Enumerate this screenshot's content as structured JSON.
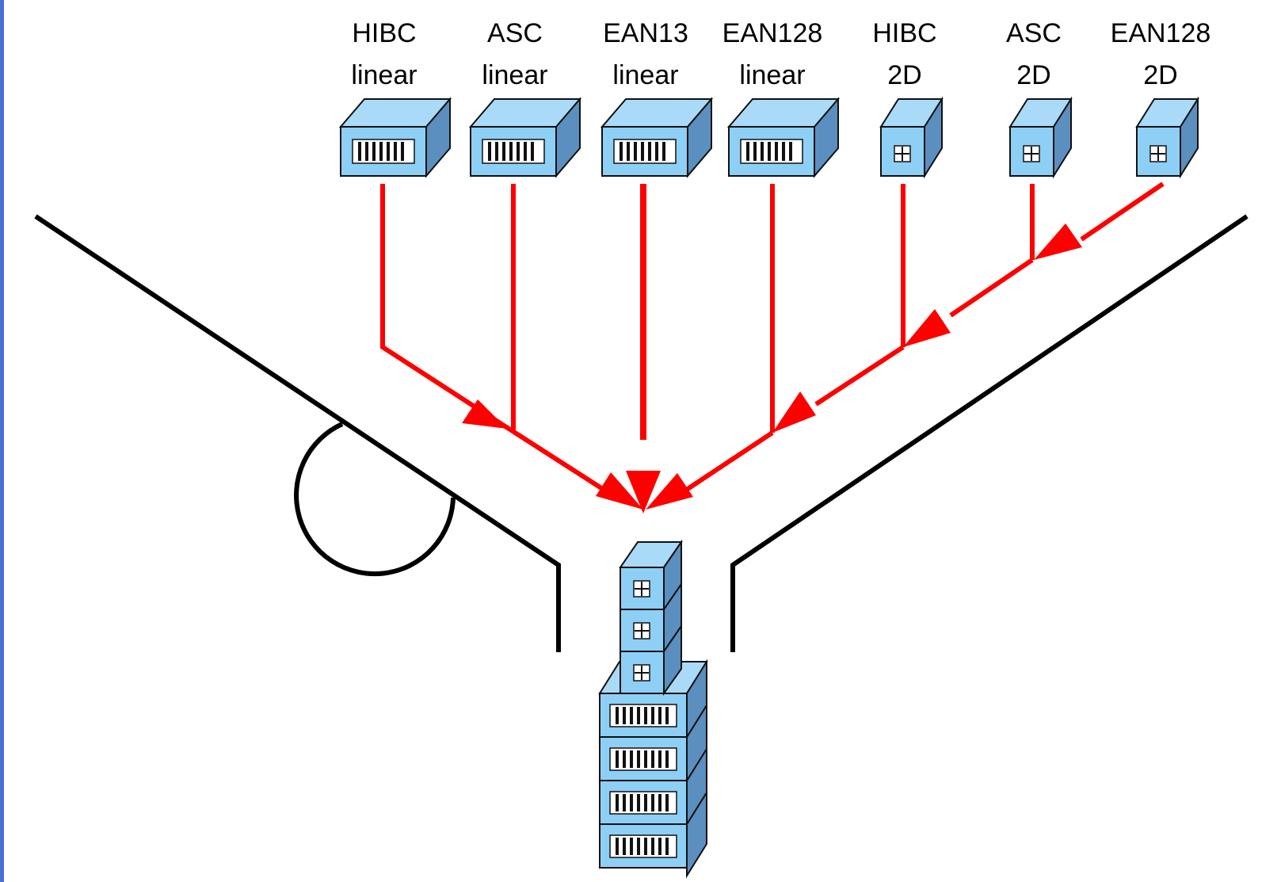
{
  "scanners": [
    {
      "id": "hibc-linear",
      "line1": "HIBC",
      "line2": "linear",
      "kind": "linear"
    },
    {
      "id": "asc-linear",
      "line1": "ASC",
      "line2": "linear",
      "kind": "linear"
    },
    {
      "id": "ean13-linear",
      "line1": "EAN13",
      "line2": "linear",
      "kind": "linear"
    },
    {
      "id": "ean128-linear",
      "line1": "EAN128",
      "line2": "linear",
      "kind": "linear"
    },
    {
      "id": "hibc-2d",
      "line1": "HIBC",
      "line2": "2D",
      "kind": "2d"
    },
    {
      "id": "asc-2d",
      "line1": "ASC",
      "line2": "2D",
      "kind": "2d"
    },
    {
      "id": "ean128-2d",
      "line1": "EAN128",
      "line2": "2D",
      "kind": "2d"
    }
  ],
  "stack": {
    "upper_boxes": 3,
    "upper_kind": "2d",
    "lower_boxes": 4,
    "lower_kind": "linear"
  },
  "colors": {
    "flow": "#ff0000",
    "box_front": "#8ecff5",
    "box_side": "#5b8fbf",
    "rails": "#000000"
  }
}
